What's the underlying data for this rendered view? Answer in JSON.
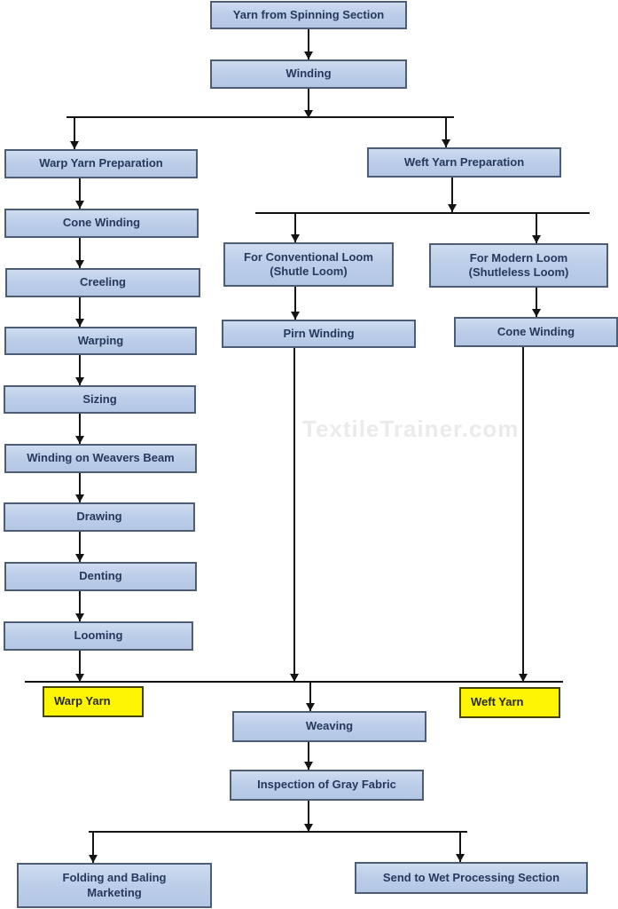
{
  "diagram": {
    "type": "flowchart",
    "subject": "Weaving process flow from yarn to fabric",
    "watermark": "TextileTrainer.com",
    "colors": {
      "node_fill": "#bccee9",
      "node_border": "#4d5d76",
      "node_text": "#26395c",
      "highlight_fill": "#fdf501",
      "highlight_border": "#45430a",
      "connector": "#141414",
      "background": "#ffffff"
    }
  },
  "nodes": {
    "yarn_spinning": {
      "label": "Yarn from Spinning Section"
    },
    "winding": {
      "label": "Winding"
    },
    "warp_prep": {
      "label": "Warp Yarn Preparation"
    },
    "weft_prep": {
      "label": "Weft Yarn Preparation"
    },
    "cone_winding_warp": {
      "label": "Cone Winding"
    },
    "creeling": {
      "label": "Creeling"
    },
    "warping": {
      "label": "Warping"
    },
    "sizing": {
      "label": "Sizing"
    },
    "winding_weavers_beam": {
      "label": "Winding on Weavers Beam"
    },
    "drawing": {
      "label": "Drawing"
    },
    "denting": {
      "label": "Denting"
    },
    "looming": {
      "label": "Looming"
    },
    "conventional_loom": {
      "label": "For Conventional Loom\n(Shutle Loom)"
    },
    "modern_loom": {
      "label": "For Modern Loom\n(Shutleless Loom)"
    },
    "pirn_winding": {
      "label": "Pirn Winding"
    },
    "cone_winding_weft": {
      "label": "Cone Winding"
    },
    "warp_yarn": {
      "label": "Warp Yarn"
    },
    "weft_yarn": {
      "label": "Weft Yarn"
    },
    "weaving": {
      "label": "Weaving"
    },
    "inspection": {
      "label": "Inspection of Gray Fabric"
    },
    "folding_baling": {
      "label": "Folding and Baling\nMarketing"
    },
    "send_wet": {
      "label": "Send to Wet Processing Section"
    }
  },
  "edges": [
    "yarn_spinning->winding",
    "winding->warp_prep",
    "winding->weft_prep",
    "warp_prep->cone_winding_warp",
    "cone_winding_warp->creeling",
    "creeling->warping",
    "warping->sizing",
    "sizing->winding_weavers_beam",
    "winding_weavers_beam->drawing",
    "drawing->denting",
    "denting->looming",
    "looming->warp_yarn",
    "weft_prep->conventional_loom",
    "weft_prep->modern_loom",
    "conventional_loom->pirn_winding",
    "modern_loom->cone_winding_weft",
    "pirn_winding->weaving",
    "cone_winding_weft->weft_yarn",
    "warp_yarn->weaving",
    "weft_yarn->weaving",
    "weaving->inspection",
    "inspection->folding_baling",
    "inspection->send_wet"
  ]
}
